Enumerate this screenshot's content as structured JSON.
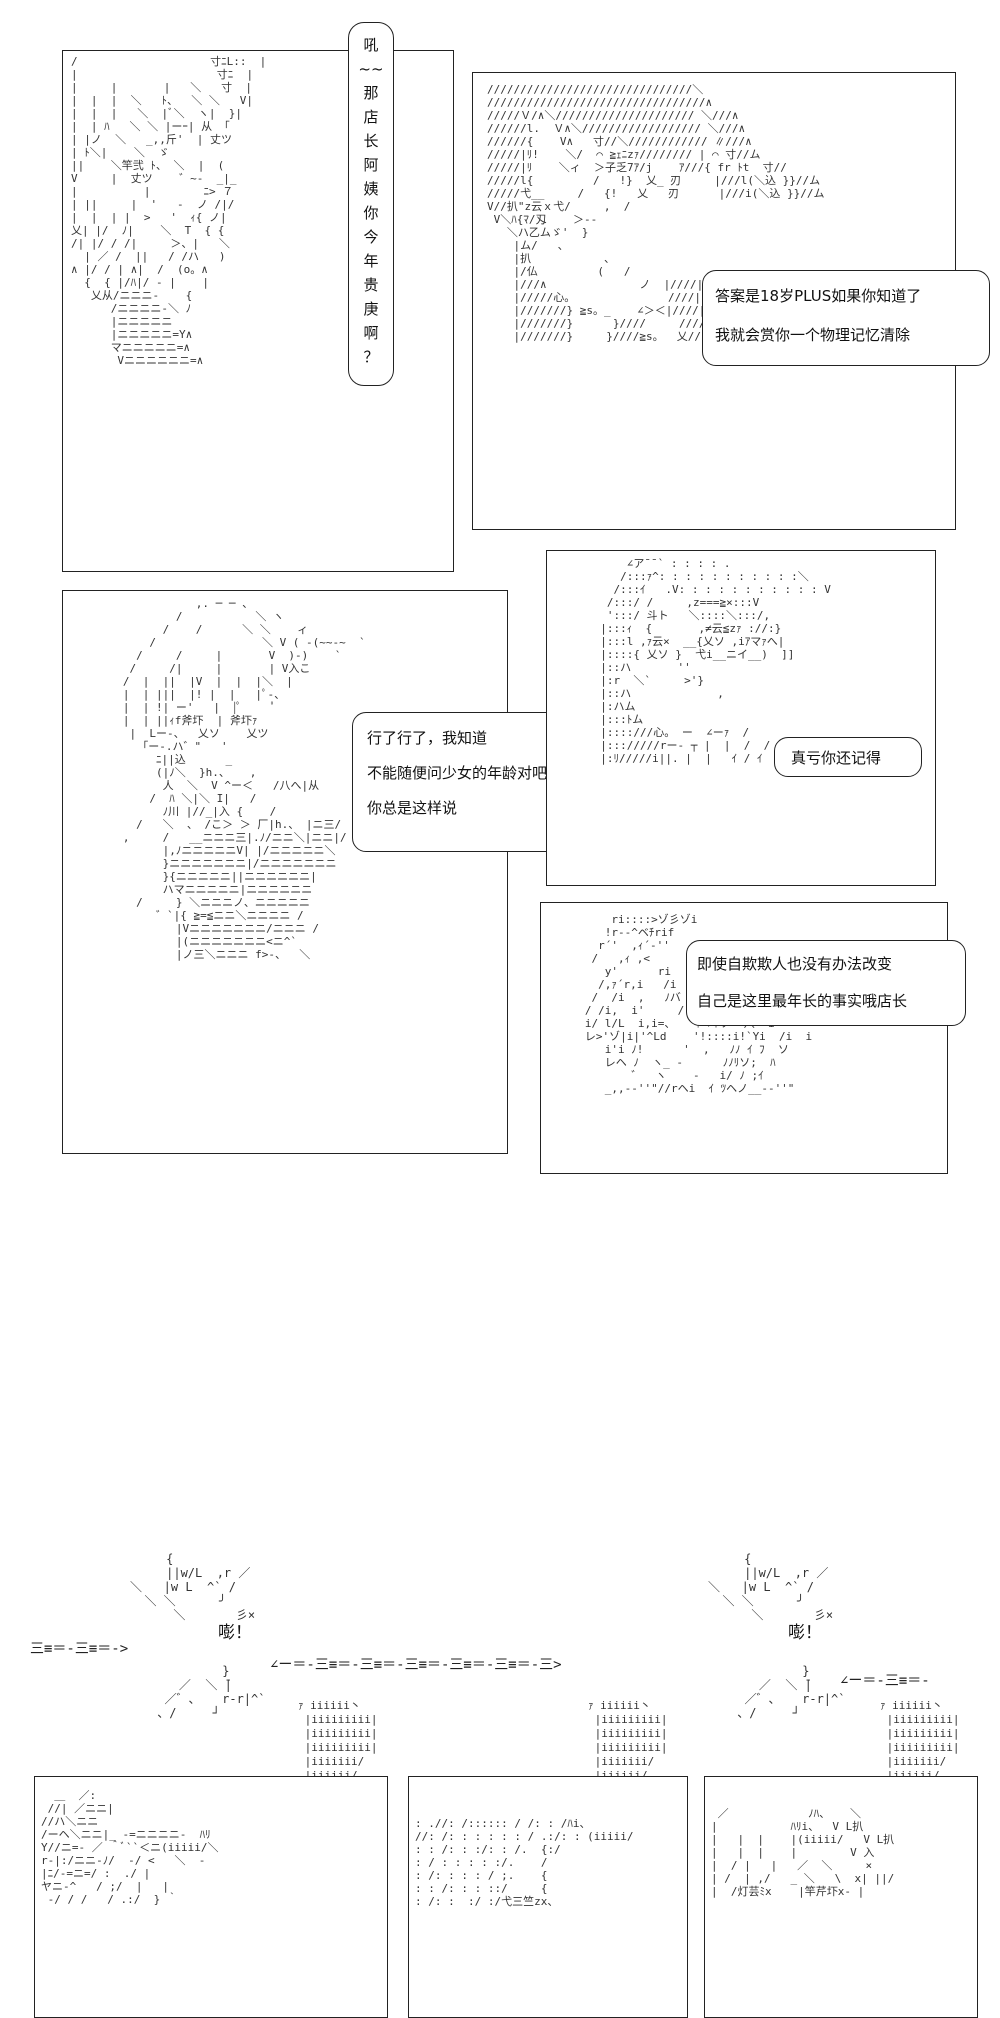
{
  "bubbles": {
    "question_chars": [
      "吼",
      "~~",
      "那",
      "店",
      "长",
      "阿",
      "姨",
      "你",
      "今",
      "年",
      "贵",
      "庚",
      "啊",
      "？"
    ],
    "answer": [
      "答案是18岁PLUS如果你知道了",
      "我就会赏你一个物理记忆清除"
    ],
    "girl": [
      "行了行了，我知道",
      "不能随便问少女的年龄对吧",
      "你总是这样说"
    ],
    "remember": "真亏你还记得",
    "change": [
      "即使自欺欺人也没有办法改变",
      "自己是这里最年长的事实哦店长"
    ]
  },
  "sfx": {
    "bang_left": "嘭！",
    "bang_right": "嘭！",
    "line_segments": [
      "三≡＝-三≡＝->",
      "∠ー＝-三≡＝-三≡＝-三≡＝-三≡＝-三≡＝-三>",
      "∠ー＝-三≡＝-"
    ]
  },
  "art": {
    "p1": "/                    寸ﾆL::  |\n|                     寸ﾆ  |\n|     |       |   ＼   寸  |\n|  |  |  ＼   ﾄ、  ＼ ＼   V|\n|  |  |   ＼  |ﾞ＼  ヽ|  }|\n|  | ﾊ   ＼ ＼ |ーｰ| 从 「\n| |ノ  ＼   _,,斤'  | 丈ツ\n| ﾄ＼|    ＼  ゞ\n||    ＼竿弐 ﾄ、 ＼  |  (\nV     |  丈ツ    ゛~-  _|_\n|          |        ﾆ> ７\n| ||     |  '   -  ノ /|/\n|  |  | |  >   '  ｨ{ ノ|\n乂| |/  ﾉ|    ＼  T  { {\n/| |/ / /|     ＞、|   ＼\n  | ／ /  ||   / /ハ   )\n∧ |/ / | ∧|  /  (o。∧\n  {  { |/ﾊ|/ - |    |\n   乂从/ニニニ-    {\n      /ニニニニ-＼ ﾉ\n      |ニニニニニ\n      |ニニニニニ=Y∧\n      マニニニニニ=∧\n       Vニニニニニニ=∧",
    "p2": "///////////////////////////////＼\n/////////////////////////////////∧\n/////Ｖ/∧＼///////////////////// ＼///∧\n//////l.  Ｖ∧＼////////////////// ＼///∧\n//////{    V∧   寸//＼//////////// ∥///∧\n/////|ﾘ!    ＼/  ⌒ ≧ｪﾆzｧ//////// | ⌒ 寸//ム\n/////|ﾘ    ＼ィ  ＞子乏7ｱ/j    ｱ///{ fr ﾄt  寸//\n/////l{         /   !}  乂_ 刃     |///l(＼込 }}//ム\n/////弋__     /   {!   乂   刃      |///i(＼込 }}//ム\nV//扒\"z云ｘ弋/     ,  /\n V＼ﾊ{ﾏ/刄    ＞--\n   ＼ハ乙ムゞ'  }\n    |ム/   、\n    |扒           、\n    |/仏         (   /\n    |///∧              ノ  |////|  |/////////\n    |/////心。              ////|  ＼////////\n    |///////} ≧s。_    ∠＞＜|////|  V///////\n    |///////}      }////     ////|    V//////\n    |///////}     }////≧s。  乂//{    ＼/////",
    "p3": "              ,. ─ ─ 、\n           /           ＼ ヽ\n         /    /      ＼ ＼    ィ\n       /                ＼ V ( -(~~-~  `\n     /     /     |       V  )-)    `\n    /     /|     |       | V入こ\n   /  |  ||  |V  |  |  |＼  |\n   |  | |||  |! |  |   |ﾟ-、\n   |  | !| ー'   |  |ﾟ     ﾟ\n   |  | ||ｨf斧圷  | 斧圷ｧ\n    |  Lー-、  乂ソ    乂ツ\n      ｢ー-.ハ゛\"   '\n        ﾆ||込      _\n        (|ﾉ＼  }h.、   ,\n         人  ＼  V ^ー＜   /八へ|从\n       /  ﾊ ＼|＼ I|   /\n         ﾉ川 |//_|入 {    /\n     /   ＼  、 /こ＞ ＞ 厂|h.、 |ニ三/\n   ,     /   __ニニニ三|.ﾉ/ニニ＼|ニニ|/\n         |,ﾉニニニニニV| |/ニニニニニ＼\n         }ニニニニニニニ|/ニニニニニニニ\n         }{ニニニニニ||ニニニニニニ|\n         ハマニニニニニ|ニニニニニニ\n     /     } ＼ニニニノ、ニニニニニ\n        ゛`|{ ≧=≦ニニ＼ニニニニ /\n           |Vニニニニニニニ/ニニニ /\n           |(ニニニニニニニ<ニ^`\n           |ノ三＼ニニニ f>-、  ＼",
    "p4": "      ∠ア¯¯` : : : : .\n     /:::ｧ^: : : : : : : : : : :＼\n    /:::ｲ   .V: : : : : : : : : : : V\n   /:::/ /     ,z===≧×:::V\n   ':::/ 斗ト   ＼::::＼:::/,\n  |:::ｨ  {       ,≠云≦zｧ ://:}\n  |:::l ,ｧ云×  __{乂ソ ,iｱマｧへ|\n  |::::{ 乂ソ }  弋i__ニイ__)  ]]\n  |::ハ       ''\n  |:r  ＼`     >'}\n  |::ハ             ,\n  |:ハム\n  |:::ﾄム\n  |::::///心。 ー  ∠ーｧ  /\n  |::://///rー‐ ┬ |  |  /  /\n  |:ﾘ/////i||. |  |   ｲ / ｲ",
    "p5": "       ri::::>ゾ彡ゾi\n      !r--^ベﾁrif\n     r´'  ,ｨ´-''\n    /   ,ｨ ,<\n      y'      ri\n     /,ｧ´r,i   /i\n    /  /i  ,   ﾉバ ーー乂\n   / /i,  i'     /  /\n   i/ l/L  i,i=、   ｨ=≠ﾄソ  八  i\n   レ>'ゾ|i|'^Ld    '!::::i!`Yi  /i  i\n      i'i ﾉ!      '  ,   ﾉﾉ ｲ ﾌ  ソ\n      レヘ ﾉ  ヽ_ -      ﾉﾉﾘソ;  ﾊ\n          ゛  ヽ    -   i/ ﾉ ;ｲ\n      _,,--''\"//rヘi  ｲ ﾂヘノ__--''\"",
    "b1": "     {\n     ||w/L  ,r ／\n＼   |w L  ^` /\n  ＼ ＼      ╯\n      ＼       彡×",
    "b2": "          }\n    ／  ＼ ̄|\n  ／゛、   r‐r|^`\n 、/     ┘",
    "t1": "ｧ iiiiii丶\n |iiiiiiiii|\n |iiiiiiiii|\n |iiiiiiiii|\n |iiiiiii/\n |iiiiii/\n |iiiii/\n |iiii/\n |ii/",
    "q1": "  ＿  ／:\n //| ／ニニ|\n//ハ＼ニニ\n/ーヘ＼ニニ|_ -=ニニニニ-  ﾊﾘ\nY//ニ=- ／ ＾ﾞ``＜ニ(iiiii/＼\nr-|:/ニニ-ﾉ/  -/ <   ＼  -\n|ﾆ/-=ニ=/ :  ./ |\nヤニ-^   / ;/  |   |\n -/ / /   / .:/  } ｀",
    "q2": ": .//: /:::::: / /: : /ﾊi、\n//: /: : : : : : / .:/: : (iiiii/\n: : /: : :/: : /.  {:/\n: / : : : : :/.    /\n: /: : : : / ;.    {\n: : /: : : ::/     {\n: /: :  :/ :/弋三竺zx、",
    "q3": " ／            ﾉﾊ、   ＼\n|           ﾊﾘi、  V L扒\n|   |  |    |(iiiii/   V L扒\n|   |  |    |        V 入\n|  / |   |   ／  ＼     ×\n| /  | ,/   _ ＼   \\  x| ||/\n|  /灯芸ﾐx    |竿芹圷x- |"
  }
}
